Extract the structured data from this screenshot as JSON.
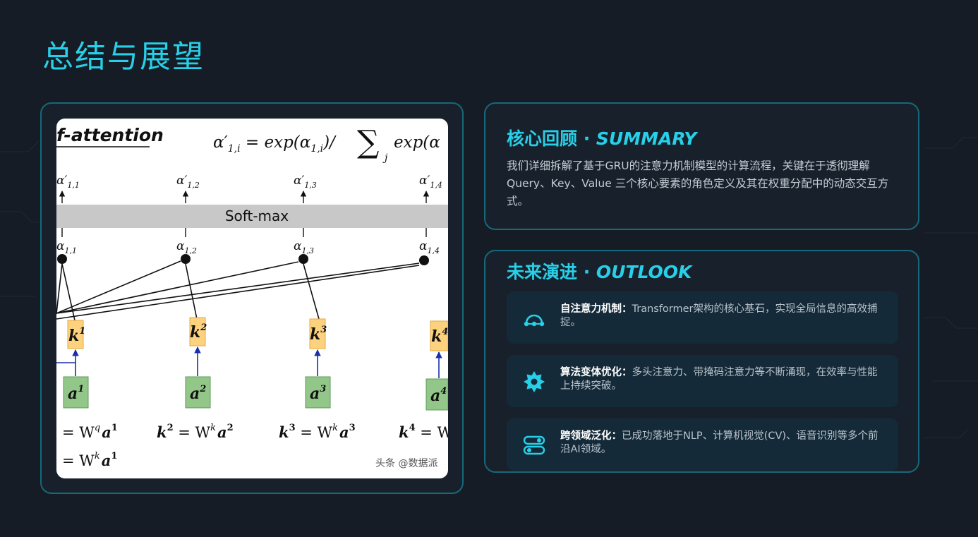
{
  "page": {
    "title": "总结与展望"
  },
  "colors": {
    "accent": "#27d0e8",
    "background": "#161c25",
    "card_border": "#16697a",
    "item_bg": "#142a38"
  },
  "diagram": {
    "header": "f-attention",
    "formula_lhs": "α′",
    "formula_lhs_sub": "1,i",
    "formula_mid": " = exp(α",
    "formula_mid_sub": "1,i",
    "formula_rest": ")/",
    "sum_symbol": "∑",
    "sum_sub": "j",
    "formula_tail": "exp(α",
    "softmax_label": "Soft-max",
    "alpha_prime_base": "α′",
    "alpha_base": "α",
    "subscripts": [
      "1,1",
      "1,2",
      "1,3",
      "1,4"
    ],
    "k_base": "k",
    "a_base": "a",
    "indices": [
      "1",
      "2",
      "3",
      "4"
    ],
    "eq_row1": [
      {
        "lhs": "= W",
        "sup": "q",
        "var": "a",
        "var_sup": "1"
      },
      {
        "lhs": "k",
        "lhs_sup": "2",
        "mid": " = W",
        "sup": "k",
        "var": "a",
        "var_sup": "2"
      },
      {
        "lhs": "k",
        "lhs_sup": "3",
        "mid": " = W",
        "sup": "k",
        "var": "a",
        "var_sup": "3"
      },
      {
        "lhs": "k",
        "lhs_sup": "4",
        "mid": " = W"
      }
    ],
    "eq_row2": {
      "lhs": "= W",
      "sup": "k",
      "var": "a",
      "var_sup": "1"
    },
    "watermark": "头条 @数据派"
  },
  "summary": {
    "title_cn": "核心回顾 · ",
    "title_en": "SUMMARY",
    "body": "我们详细拆解了基于GRU的注意力机制模型的计算流程，关键在于透彻理解 Query、Key、Value 三个核心要素的角色定义及其在权重分配中的动态交互方式。"
  },
  "outlook": {
    "title_cn": "未来演进 · ",
    "title_en": "OUTLOOK",
    "items": [
      {
        "icon": "network-icon",
        "label": "自注意力机制：",
        "text": "Transformer架构的核心基石，实现全局信息的高效捕捉。"
      },
      {
        "icon": "gear-icon",
        "label": "算法变体优化：",
        "text": "多头注意力、带掩码注意力等不断涌现，在效率与性能上持续突破。"
      },
      {
        "icon": "toggle-icon",
        "label": "跨领域泛化：",
        "text": "已成功落地于NLP、计算机视觉(CV)、语音识别等多个前沿AI领域。"
      }
    ]
  }
}
